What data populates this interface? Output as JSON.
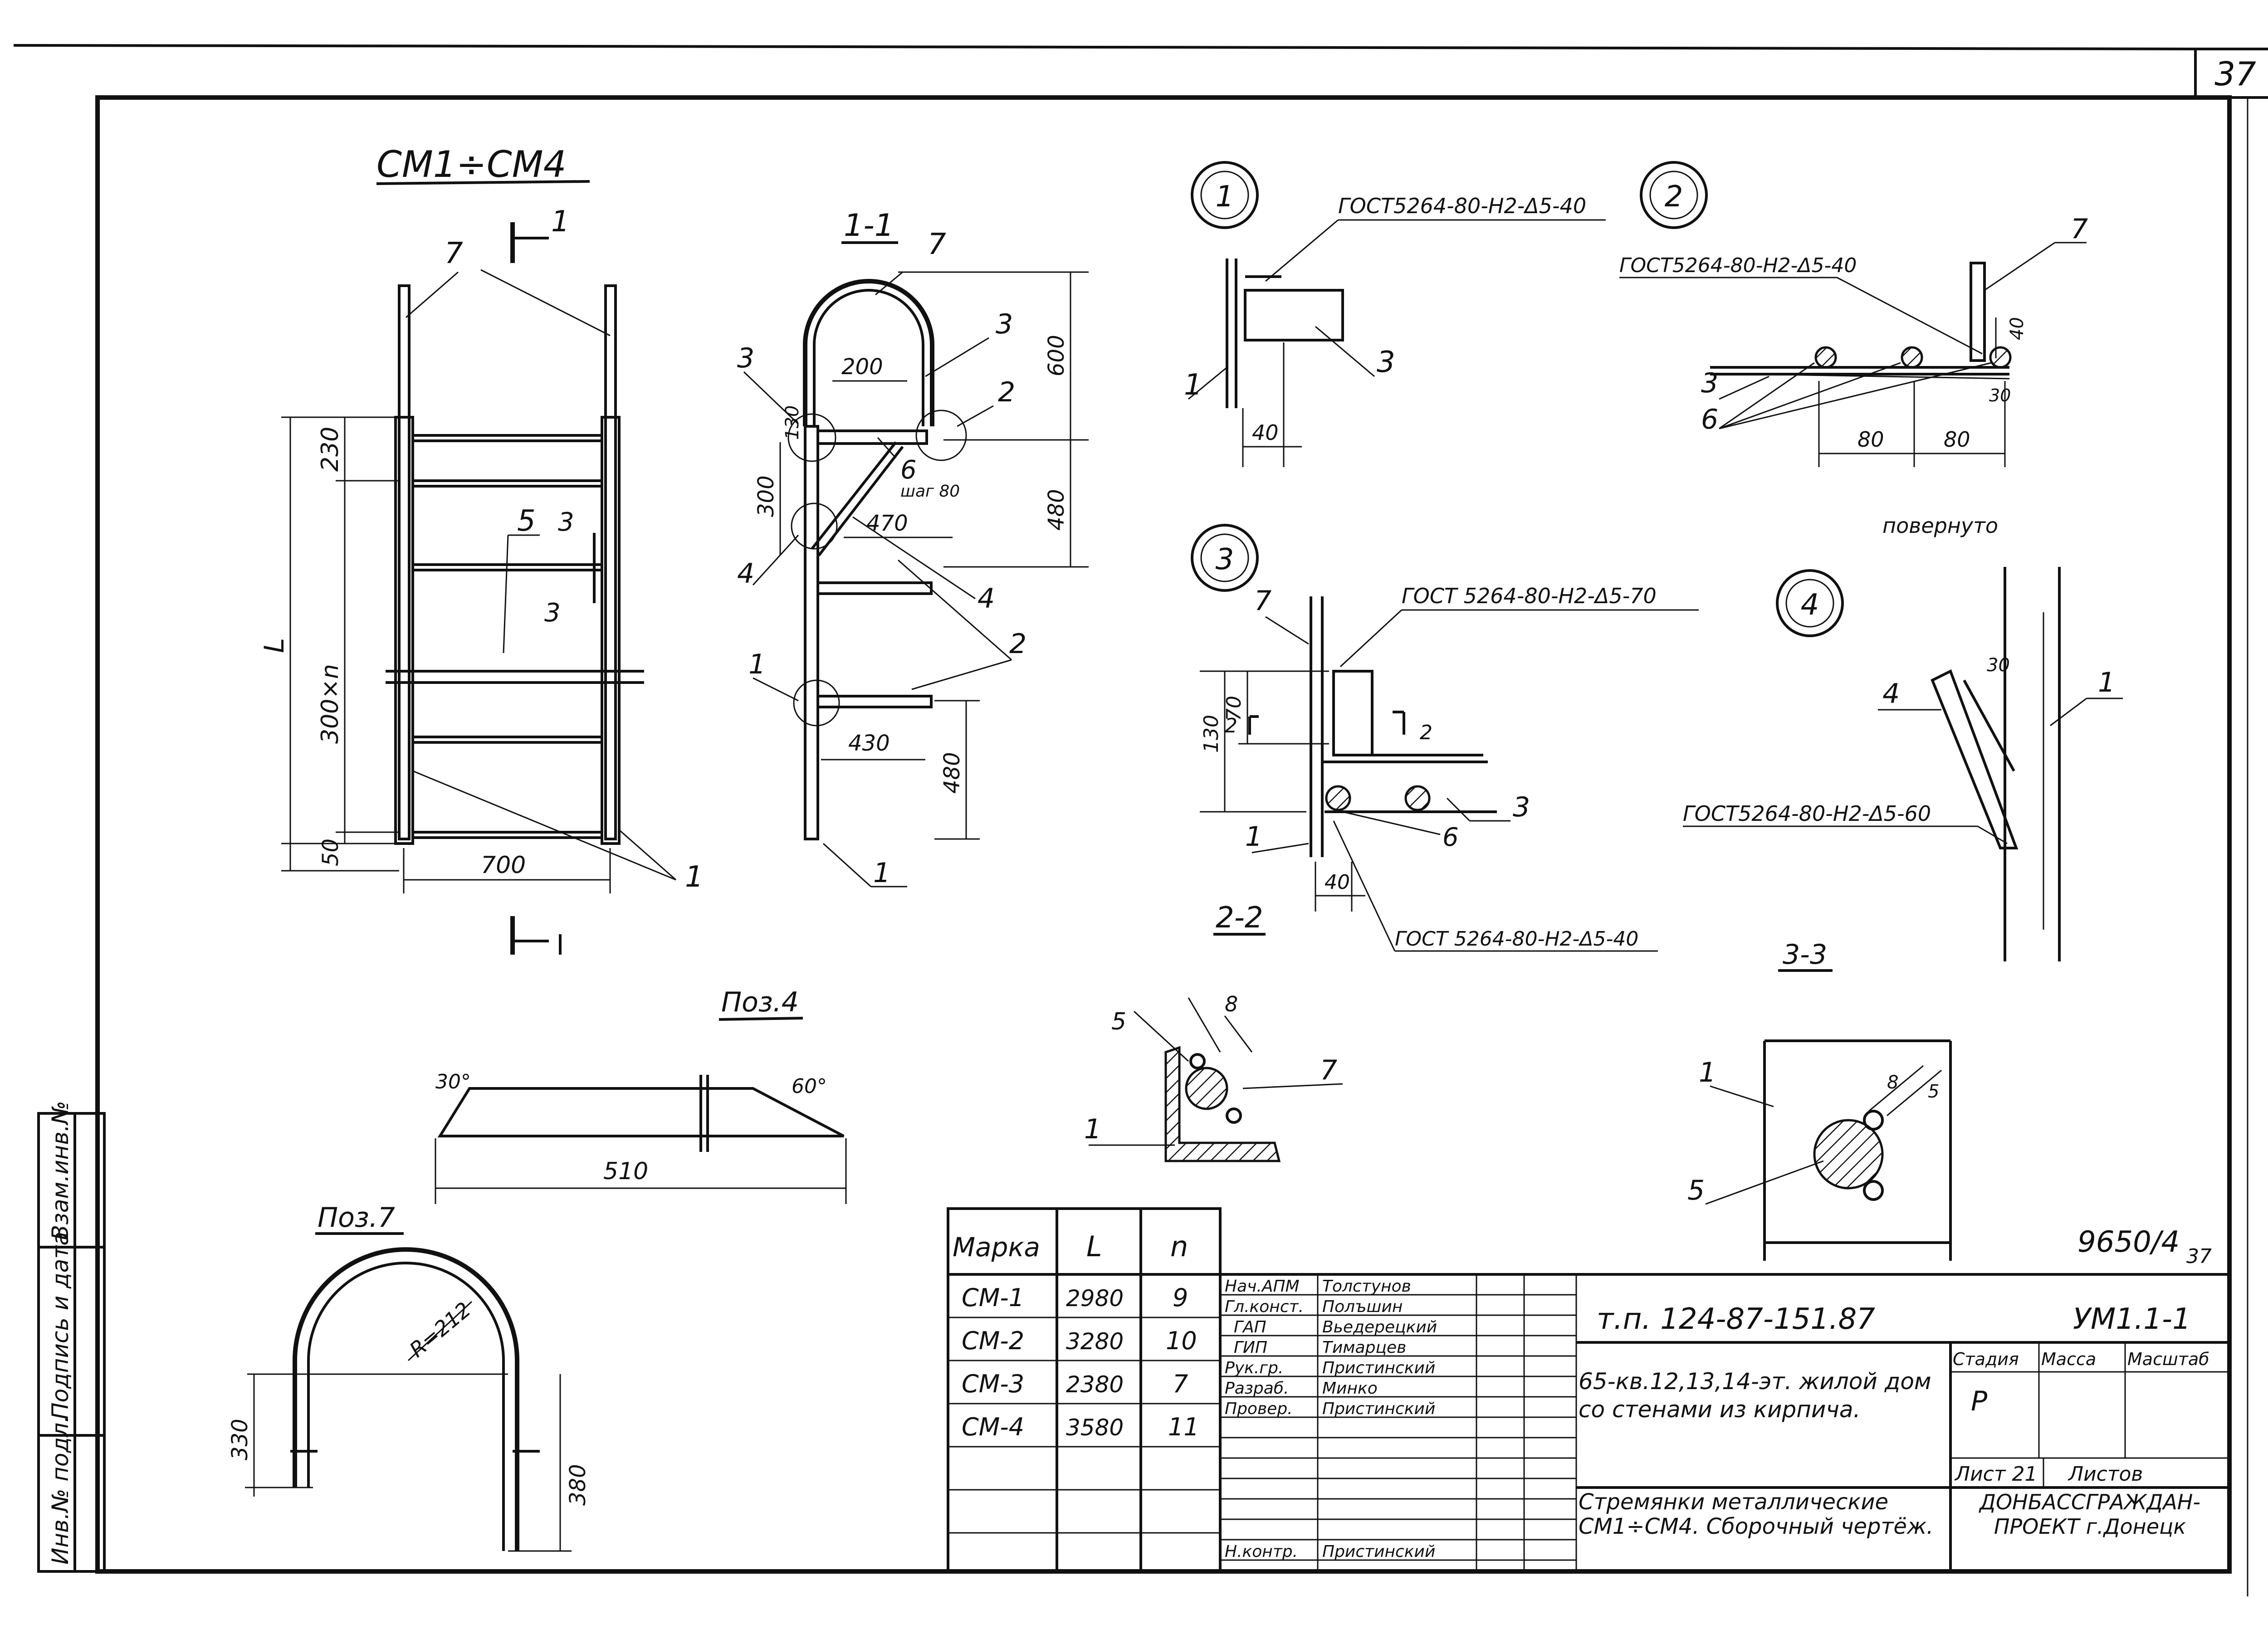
{
  "sheet_number": "37",
  "main_title": "СМ1÷СМ4",
  "section_11": "1-1",
  "section_22": "2-2",
  "section_33": "3-3",
  "section_mark": "1",
  "rotated_label": "повернуто",
  "pos4_title": "Поз.4",
  "pos7_title": "Поз.7",
  "detail_circles": [
    "1",
    "2",
    "3",
    "4"
  ],
  "callouts": {
    "c1": "1",
    "c2": "2",
    "c3": "3",
    "c4": "4",
    "c5": "5",
    "c6": "6",
    "c7": "7"
  },
  "weld_notes": {
    "d1": "ГОСТ5264-80-Н2-Δ5-40",
    "d2": "ГОСТ5264-80-Н2-Δ5-40",
    "d3": "ГОСТ 5264-80-Н2-Δ5-70",
    "s22": "ГОСТ 5264-80-Н2-Δ5-40",
    "d4": "ГОСТ5264-80-Н2-Δ5-60"
  },
  "dims": {
    "front_230": "230",
    "front_L": "L",
    "front_300n": "300×n",
    "front_50": "50",
    "front_700": "700",
    "side_200": "200",
    "side_130": "130",
    "side_600": "600",
    "side_300": "300",
    "side_470": "470",
    "side_480a": "480",
    "side_430": "430",
    "side_480b": "480",
    "step80": "шаг 80",
    "d1_40": "40",
    "d2_40": "40",
    "d2_30": "30",
    "d2_80a": "80",
    "d2_80b": "80",
    "d3_130": "130",
    "d3_70": "70",
    "d3_40": "40",
    "d3_2": "2",
    "d4_30": "30",
    "p4_30": "30°",
    "p4_60": "60°",
    "p4_510": "510",
    "p7_R": "R=212",
    "p7_330": "330",
    "p7_380": "380",
    "sec_5": "5",
    "sec_8": "8",
    "s33_8": "8",
    "s33_5": "5"
  },
  "doc_code_side": "9650/4",
  "doc_code_sub": "37",
  "marks_table": {
    "headers": [
      "Марка",
      "L",
      "n"
    ],
    "rows": [
      [
        "СМ-1",
        "2980",
        "9"
      ],
      [
        "СМ-2",
        "3280",
        "10"
      ],
      [
        "СМ-3",
        "2380",
        "7"
      ],
      [
        "СМ-4",
        "3580",
        "11"
      ]
    ]
  },
  "signatures": [
    {
      "role": "Нач.АПМ",
      "name": "Толстунов"
    },
    {
      "role": "Гл.конст.",
      "name": "Полъшин"
    },
    {
      "role": "ГАП",
      "name": "Вьедерецкий"
    },
    {
      "role": "ГИП",
      "name": "Тимарцев"
    },
    {
      "role": "Рук.гр.",
      "name": "Пристинский"
    },
    {
      "role": "Разраб.",
      "name": "Минко"
    },
    {
      "role": "Провер.",
      "name": "Пристинский"
    },
    {
      "role": "Н.контр.",
      "name": "Пристинский"
    }
  ],
  "title_block": {
    "project_code": "т.п. 124-87-151.87",
    "drawing_code": "УМ1.1-1",
    "object": "65-кв.12,13,14-эт. жилой дом со стенами из кирпича.",
    "title": "Стремянки металлические СМ1÷СМ4. Сборочный чертёж.",
    "stage_label": "Стадия",
    "mass_label": "Масса",
    "scale_label": "Масштаб",
    "stage_value": "Р",
    "sheet_label": "Лист 21",
    "sheets_label": "Листов",
    "org": "ДОНБАССГРАЖДАН-ПРОЕКТ г.Донецк"
  },
  "side_stamp": [
    "Инв.№ подл.",
    "Подпись и дата",
    "Взам.инв.№"
  ]
}
